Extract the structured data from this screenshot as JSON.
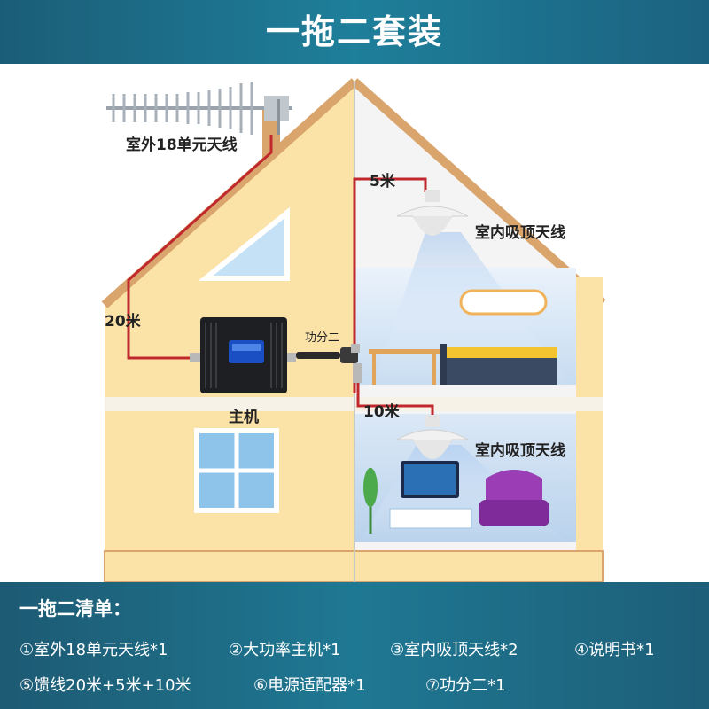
{
  "header": {
    "title": "一拖二套装"
  },
  "labels": {
    "outdoor_antenna": "室外18单元天线",
    "cable_20m": "20米",
    "cable_5m": "5米",
    "cable_10m": "10米",
    "host": "主机",
    "splitter": "功分二",
    "indoor_antenna_top": "室内吸顶天线",
    "indoor_antenna_bottom": "室内吸顶天线"
  },
  "footer": {
    "title": "一拖二清单：",
    "items": [
      "①室外18单元天线*1",
      "②大功率主机*1",
      "③室内吸顶天线*2",
      "④说明书*1",
      "⑤馈线20米+5米+10米",
      "⑥电源适配器*1",
      "⑦功分二*1"
    ]
  },
  "colors": {
    "header_bg": "#1e7f9a",
    "wall": "#fbe3a8",
    "roof_edge": "#d9a56c",
    "cable": "#c0282d",
    "room": "#cfe2f3",
    "footer_bg": "#1f7893"
  }
}
